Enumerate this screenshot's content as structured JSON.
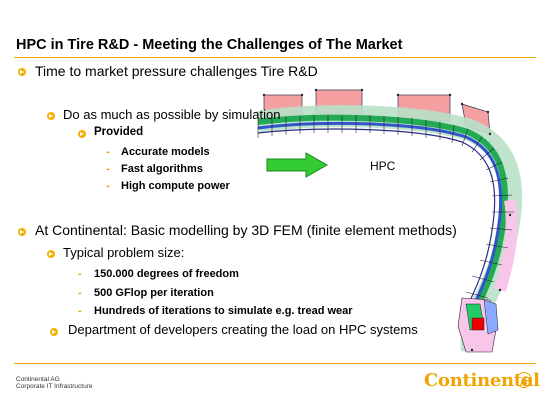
{
  "title": "HPC in Tire R&D - Meeting the Challenges of The Market",
  "bullets": {
    "b1": "Time to market pressure challenges Tire R&D",
    "b2": "Do as much as possible by simulation",
    "b3": "Provided",
    "b3_items": [
      "Accurate models",
      "Fast algorithms",
      "High compute power"
    ],
    "hpc_label": "HPC",
    "b4": "At Continental: Basic modelling by 3D FEM (finite element methods)",
    "b5": "Typical problem size:",
    "b5_items": [
      "150.000 degrees of freedom",
      "500 GFlop per iteration",
      "Hundreds of iterations to simulate e.g. tread wear"
    ],
    "b6": "Department of developers creating the load on HPC systems"
  },
  "footer": {
    "company": "Continental AG",
    "department": "Corporate IT Infrastructure",
    "logo_text": "Continental"
  },
  "colors": {
    "accent": "#f0a400",
    "arrow_green": "#33cc33",
    "mesh_pink": "#f08a8a",
    "mesh_green": "#22aa55",
    "mesh_blue": "#3355cc",
    "mesh_red": "#ee0000"
  },
  "icons": [
    "bullet-arrow-icon",
    "continental-horse-icon"
  ]
}
